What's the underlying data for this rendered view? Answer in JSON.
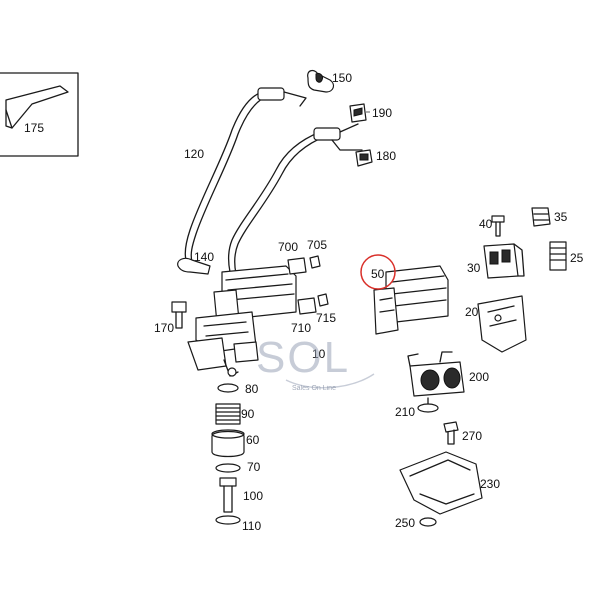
{
  "labels": {
    "p175": "175",
    "p150": "150",
    "p190": "190",
    "p180": "180",
    "p120": "120",
    "p140": "140",
    "p700": "700",
    "p705": "705",
    "p710": "710",
    "p715": "715",
    "p170": "170",
    "p10": "10",
    "p80": "80",
    "p90": "90",
    "p60": "60",
    "p70": "70",
    "p100": "100",
    "p110": "110",
    "p40": "40",
    "p35": "35",
    "p30": "30",
    "p25": "25",
    "p20": "20",
    "p50": "50",
    "p200": "200",
    "p210": "210",
    "p270": "270",
    "p230": "230",
    "p250": "250"
  },
  "watermark": {
    "title": "SOL",
    "subtitle": "Sales On Line"
  },
  "colors": {
    "highlight_circle": "#d9302a",
    "watermark": "#9aa4b8"
  }
}
